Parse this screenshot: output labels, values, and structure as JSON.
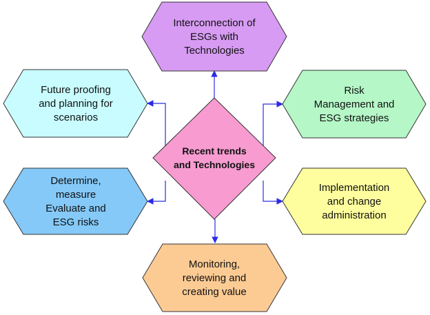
{
  "center": {
    "lines": [
      "Recent trends",
      "and Technologies"
    ],
    "fill": "#F79BD0"
  },
  "nodes": {
    "top": {
      "lines": [
        "Interconnection of",
        "ESGs with",
        "Technologies"
      ],
      "fill": "#D79BF3"
    },
    "top_left": {
      "lines": [
        "Future proofing",
        "and planning for",
        "scenarios"
      ],
      "fill": "#C8FCFF"
    },
    "top_right": {
      "lines": [
        "Risk",
        "Management and",
        "ESG strategies"
      ],
      "fill": "#B5F7C7"
    },
    "bottom_left": {
      "lines": [
        "Determine,",
        "measure",
        "Evaluate and",
        "ESG risks"
      ],
      "fill": "#84C9F8"
    },
    "bottom_right": {
      "lines": [
        "Implementation",
        "and change",
        "administration"
      ],
      "fill": "#FEFE9E"
    },
    "bottom": {
      "lines": [
        "Monitoring,",
        "reviewing and",
        "creating value"
      ],
      "fill": "#FCCB94"
    }
  },
  "colors": {
    "connector": "#2B2BE6",
    "outline": "#333333"
  }
}
